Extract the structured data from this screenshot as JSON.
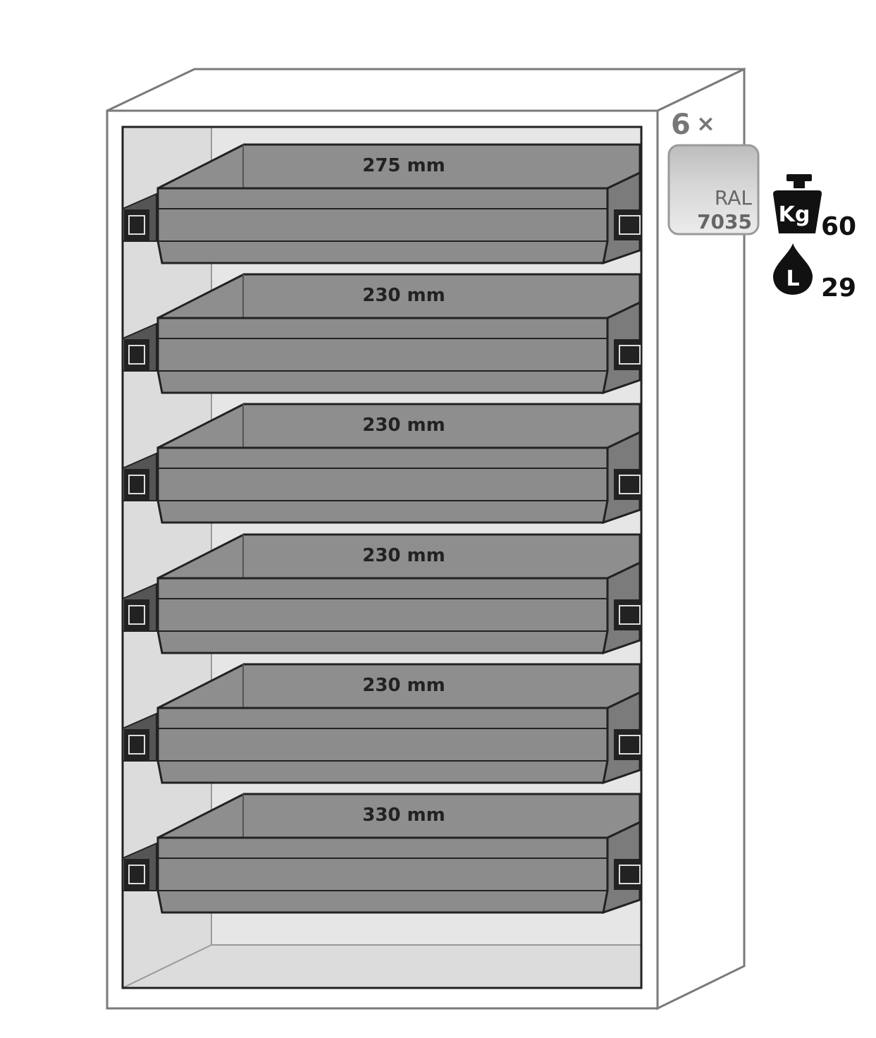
{
  "drawer_count": {
    "number": "6",
    "symbol": "×"
  },
  "ral": {
    "label": "RAL",
    "code": "7035"
  },
  "specs": {
    "weight_icon_label": "Kg",
    "weight_value": "60",
    "volume_icon_label": "L",
    "volume_value": "29"
  },
  "drawers": [
    {
      "label": "275 mm"
    },
    {
      "label": "230 mm"
    },
    {
      "label": "230 mm"
    },
    {
      "label": "230 mm"
    },
    {
      "label": "230 mm"
    },
    {
      "label": "330 mm"
    }
  ],
  "colors": {
    "outline": "#7a7a7a",
    "cabinet_fill": "#ffffff",
    "interior_fill": "#dedede",
    "drawer_face": "#8c8c8c",
    "drawer_dark": "#7a7a7a",
    "edge": "#222222",
    "ral_swatch": "#cfcfcf",
    "icon": "#111111"
  }
}
